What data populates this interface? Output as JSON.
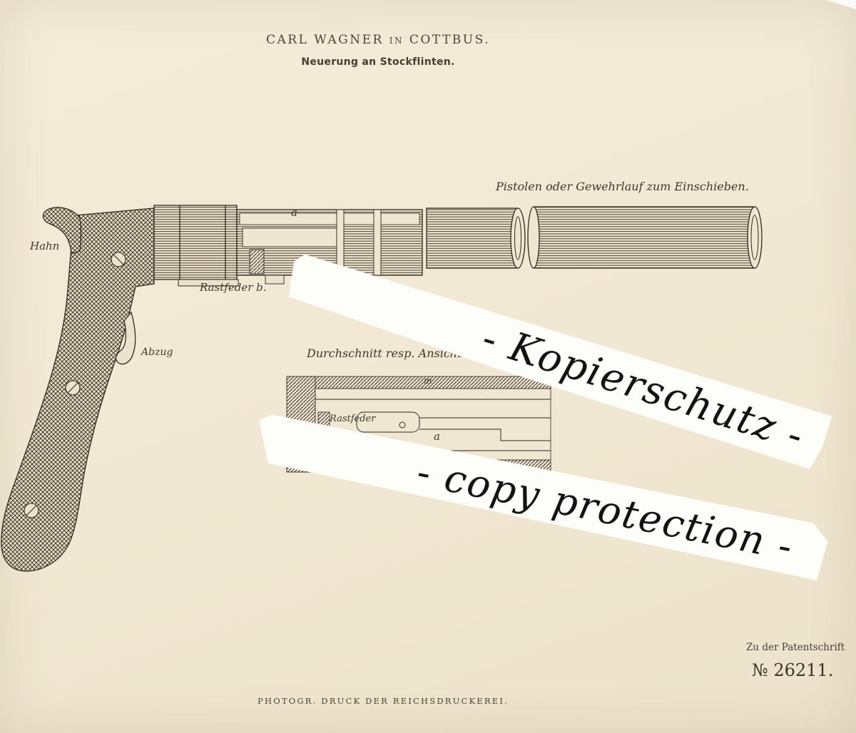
{
  "header": {
    "title": "CARL WAGNER in COTTBUS.",
    "subtitle": "Neuerung an Stockflinten."
  },
  "drawing": {
    "labels": {
      "hahn": "Hahn",
      "pistolen": "Pistolen oder Gewehrlauf zum Einschieben.",
      "rastfeder_main": "Rastfeder b.",
      "a_main": "a",
      "abzug": "Abzug",
      "durchschnitt": "Durchschnitt resp. Ansicht von oben der",
      "m_detail": "m",
      "rastfeder_detail": "Rastfeder",
      "a_detail": "a"
    }
  },
  "watermarks": {
    "german": "- Kopierschutz -",
    "english": "- copy protection -"
  },
  "footer": {
    "patent_ref": "Zu der Patentschrift",
    "patent_number": "№ 26211.",
    "printer": "PHOTOGR. DRUCK DER REICHSDRUCKEREI."
  },
  "colors": {
    "paper": "#f1e8d4",
    "ink": "#383228"
  }
}
